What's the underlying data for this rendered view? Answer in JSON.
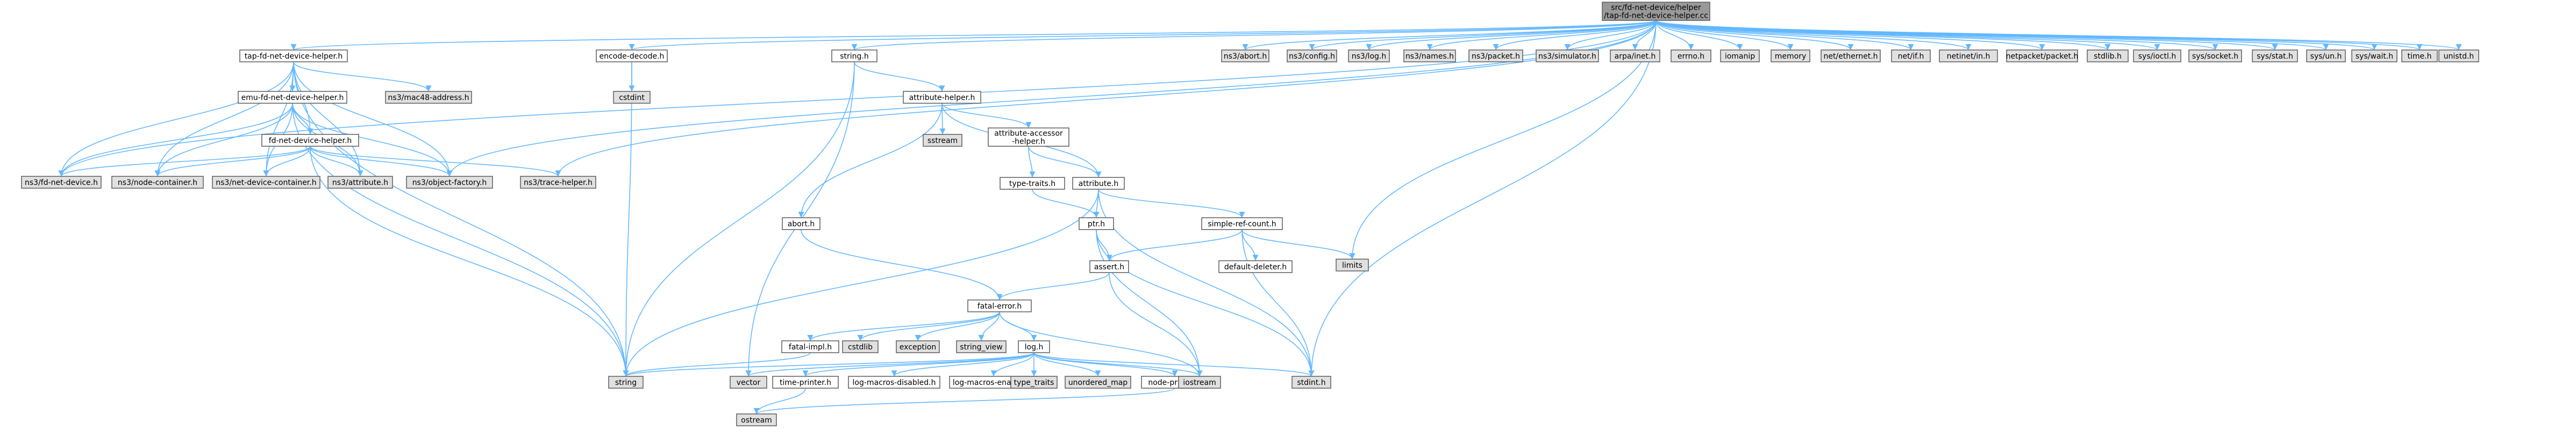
{
  "colors": {
    "root_fill": "#999999",
    "doc_fill": "#ffffff",
    "ext_fill": "#e0e0e0",
    "node_border": "#666666",
    "edge": "#63b8ff"
  },
  "nodes": {
    "root": {
      "lines": [
        "src/fd-net-device/helper",
        "/tap-fd-net-device-helper.cc"
      ],
      "kind": "root"
    },
    "tap_helper": {
      "lines": [
        "tap-fd-net-device-helper.h"
      ],
      "kind": "doc"
    },
    "emu_helper": {
      "lines": [
        "emu-fd-net-device-helper.h"
      ],
      "kind": "doc"
    },
    "fd_helper": {
      "lines": [
        "fd-net-device-helper.h"
      ],
      "kind": "doc"
    },
    "fd_net_device": {
      "lines": [
        "ns3/fd-net-device.h"
      ],
      "kind": "ext"
    },
    "node_container": {
      "lines": [
        "ns3/node-container.h"
      ],
      "kind": "ext"
    },
    "net_device_container": {
      "lines": [
        "ns3/net-device-container.h"
      ],
      "kind": "ext"
    },
    "ns3_attribute": {
      "lines": [
        "ns3/attribute.h"
      ],
      "kind": "ext"
    },
    "object_factory": {
      "lines": [
        "ns3/object-factory.h"
      ],
      "kind": "ext"
    },
    "trace_helper": {
      "lines": [
        "ns3/trace-helper.h"
      ],
      "kind": "ext"
    },
    "mac48": {
      "lines": [
        "ns3/mac48-address.h"
      ],
      "kind": "ext"
    },
    "encode_decode": {
      "lines": [
        "encode-decode.h"
      ],
      "kind": "doc"
    },
    "cstdint": {
      "lines": [
        "cstdint"
      ],
      "kind": "ext"
    },
    "string_h": {
      "lines": [
        "string.h"
      ],
      "kind": "doc"
    },
    "attribute_helper": {
      "lines": [
        "attribute-helper.h"
      ],
      "kind": "doc"
    },
    "sstream": {
      "lines": [
        "sstream"
      ],
      "kind": "ext"
    },
    "attr_accessor": {
      "lines": [
        "attribute-accessor",
        "-helper.h"
      ],
      "kind": "doc"
    },
    "type_traits_h": {
      "lines": [
        "type-traits.h"
      ],
      "kind": "doc"
    },
    "attribute_h": {
      "lines": [
        "attribute.h"
      ],
      "kind": "doc"
    },
    "abort_h": {
      "lines": [
        "abort.h"
      ],
      "kind": "doc"
    },
    "ptr_h": {
      "lines": [
        "ptr.h"
      ],
      "kind": "doc"
    },
    "simple_ref": {
      "lines": [
        "simple-ref-count.h"
      ],
      "kind": "doc"
    },
    "default_deleter": {
      "lines": [
        "default-deleter.h"
      ],
      "kind": "doc"
    },
    "limits": {
      "lines": [
        "limits"
      ],
      "kind": "ext"
    },
    "assert_h": {
      "lines": [
        "assert.h"
      ],
      "kind": "doc"
    },
    "fatal_error": {
      "lines": [
        "fatal-error.h"
      ],
      "kind": "doc"
    },
    "fatal_impl": {
      "lines": [
        "fatal-impl.h"
      ],
      "kind": "doc"
    },
    "cstdlib": {
      "lines": [
        "cstdlib"
      ],
      "kind": "ext"
    },
    "exception": {
      "lines": [
        "exception"
      ],
      "kind": "ext"
    },
    "string_view": {
      "lines": [
        "string_view"
      ],
      "kind": "ext"
    },
    "log_h": {
      "lines": [
        "log.h"
      ],
      "kind": "doc"
    },
    "string": {
      "lines": [
        "string"
      ],
      "kind": "ext"
    },
    "vector": {
      "lines": [
        "vector"
      ],
      "kind": "ext"
    },
    "time_printer": {
      "lines": [
        "time-printer.h"
      ],
      "kind": "doc"
    },
    "log_disabled": {
      "lines": [
        "log-macros-disabled.h"
      ],
      "kind": "doc"
    },
    "log_enabled": {
      "lines": [
        "log-macros-enabled.h"
      ],
      "kind": "doc"
    },
    "type_traits": {
      "lines": [
        "type_traits"
      ],
      "kind": "ext"
    },
    "unordered_map": {
      "lines": [
        "unordered_map"
      ],
      "kind": "ext"
    },
    "node_printer": {
      "lines": [
        "node-printer.h"
      ],
      "kind": "doc"
    },
    "iostream": {
      "lines": [
        "iostream"
      ],
      "kind": "ext"
    },
    "stdint_h": {
      "lines": [
        "stdint.h"
      ],
      "kind": "ext"
    },
    "ostream": {
      "lines": [
        "ostream"
      ],
      "kind": "ext"
    },
    "abort_ns3": {
      "lines": [
        "ns3/abort.h"
      ],
      "kind": "ext"
    },
    "config_ns3": {
      "lines": [
        "ns3/config.h"
      ],
      "kind": "ext"
    },
    "log_ns3": {
      "lines": [
        "ns3/log.h"
      ],
      "kind": "ext"
    },
    "names_ns3": {
      "lines": [
        "ns3/names.h"
      ],
      "kind": "ext"
    },
    "packet_ns3": {
      "lines": [
        "ns3/packet.h"
      ],
      "kind": "ext"
    },
    "simulator_ns3": {
      "lines": [
        "ns3/simulator.h"
      ],
      "kind": "ext"
    },
    "arpa_inet": {
      "lines": [
        "arpa/inet.h"
      ],
      "kind": "ext"
    },
    "errno_h": {
      "lines": [
        "errno.h"
      ],
      "kind": "ext"
    },
    "iomanip": {
      "lines": [
        "iomanip"
      ],
      "kind": "ext"
    },
    "memory": {
      "lines": [
        "memory"
      ],
      "kind": "ext"
    },
    "net_ethernet": {
      "lines": [
        "net/ethernet.h"
      ],
      "kind": "ext"
    },
    "net_if": {
      "lines": [
        "net/if.h"
      ],
      "kind": "ext"
    },
    "netinet_in": {
      "lines": [
        "netinet/in.h"
      ],
      "kind": "ext"
    },
    "netpacket": {
      "lines": [
        "netpacket/packet.h"
      ],
      "kind": "ext"
    },
    "stdlib_h": {
      "lines": [
        "stdlib.h"
      ],
      "kind": "ext"
    },
    "sys_ioctl": {
      "lines": [
        "sys/ioctl.h"
      ],
      "kind": "ext"
    },
    "sys_socket": {
      "lines": [
        "sys/socket.h"
      ],
      "kind": "ext"
    },
    "sys_stat": {
      "lines": [
        "sys/stat.h"
      ],
      "kind": "ext"
    },
    "sys_un": {
      "lines": [
        "sys/un.h"
      ],
      "kind": "ext"
    },
    "sys_wait": {
      "lines": [
        "sys/wait.h"
      ],
      "kind": "ext"
    },
    "time_h": {
      "lines": [
        "time.h"
      ],
      "kind": "ext"
    },
    "unistd": {
      "lines": [
        "unistd.h"
      ],
      "kind": "ext"
    }
  },
  "edges": [
    [
      "root",
      "tap_helper"
    ],
    [
      "root",
      "encode_decode"
    ],
    [
      "root",
      "string_h"
    ],
    [
      "root",
      "abort_ns3"
    ],
    [
      "root",
      "config_ns3"
    ],
    [
      "root",
      "log_ns3"
    ],
    [
      "root",
      "names_ns3"
    ],
    [
      "root",
      "packet_ns3"
    ],
    [
      "root",
      "simulator_ns3"
    ],
    [
      "root",
      "arpa_inet"
    ],
    [
      "root",
      "errno_h"
    ],
    [
      "root",
      "iomanip"
    ],
    [
      "root",
      "memory"
    ],
    [
      "root",
      "net_ethernet"
    ],
    [
      "root",
      "net_if"
    ],
    [
      "root",
      "netinet_in"
    ],
    [
      "root",
      "netpacket"
    ],
    [
      "root",
      "stdlib_h"
    ],
    [
      "root",
      "sys_ioctl"
    ],
    [
      "root",
      "sys_socket"
    ],
    [
      "root",
      "sys_stat"
    ],
    [
      "root",
      "sys_un"
    ],
    [
      "root",
      "sys_wait"
    ],
    [
      "root",
      "time_h"
    ],
    [
      "root",
      "unistd"
    ],
    [
      "root",
      "limits"
    ],
    [
      "root",
      "stdint_h"
    ],
    [
      "root",
      "fd_net_device"
    ],
    [
      "root",
      "object_factory"
    ],
    [
      "root",
      "trace_helper"
    ],
    [
      "tap_helper",
      "emu_helper"
    ],
    [
      "tap_helper",
      "fd_helper"
    ],
    [
      "tap_helper",
      "fd_net_device"
    ],
    [
      "tap_helper",
      "node_container"
    ],
    [
      "tap_helper",
      "net_device_container"
    ],
    [
      "tap_helper",
      "ns3_attribute"
    ],
    [
      "tap_helper",
      "object_factory"
    ],
    [
      "tap_helper",
      "mac48"
    ],
    [
      "tap_helper",
      "string"
    ],
    [
      "emu_helper",
      "fd_helper"
    ],
    [
      "emu_helper",
      "fd_net_device"
    ],
    [
      "emu_helper",
      "node_container"
    ],
    [
      "emu_helper",
      "net_device_container"
    ],
    [
      "emu_helper",
      "ns3_attribute"
    ],
    [
      "emu_helper",
      "object_factory"
    ],
    [
      "emu_helper",
      "string"
    ],
    [
      "fd_helper",
      "fd_net_device"
    ],
    [
      "fd_helper",
      "node_container"
    ],
    [
      "fd_helper",
      "net_device_container"
    ],
    [
      "fd_helper",
      "ns3_attribute"
    ],
    [
      "fd_helper",
      "object_factory"
    ],
    [
      "fd_helper",
      "trace_helper"
    ],
    [
      "fd_helper",
      "string"
    ],
    [
      "encode_decode",
      "cstdint"
    ],
    [
      "encode_decode",
      "string"
    ],
    [
      "string_h",
      "attribute_helper"
    ],
    [
      "string_h",
      "string"
    ],
    [
      "string_h",
      "vector"
    ],
    [
      "attribute_helper",
      "sstream"
    ],
    [
      "attribute_helper",
      "attr_accessor"
    ],
    [
      "attribute_helper",
      "attribute_h"
    ],
    [
      "attribute_helper",
      "abort_h"
    ],
    [
      "attr_accessor",
      "type_traits_h"
    ],
    [
      "attr_accessor",
      "attribute_h"
    ],
    [
      "type_traits_h",
      "ptr_h"
    ],
    [
      "attribute_h",
      "ptr_h"
    ],
    [
      "attribute_h",
      "simple_ref"
    ],
    [
      "attribute_h",
      "string"
    ],
    [
      "attribute_h",
      "stdint_h"
    ],
    [
      "abort_h",
      "fatal_error"
    ],
    [
      "ptr_h",
      "assert_h"
    ],
    [
      "ptr_h",
      "iostream"
    ],
    [
      "ptr_h",
      "stdint_h"
    ],
    [
      "simple_ref",
      "assert_h"
    ],
    [
      "simple_ref",
      "default_deleter"
    ],
    [
      "simple_ref",
      "limits"
    ],
    [
      "simple_ref",
      "stdint_h"
    ],
    [
      "assert_h",
      "fatal_error"
    ],
    [
      "assert_h",
      "iostream"
    ],
    [
      "fatal_error",
      "fatal_impl"
    ],
    [
      "fatal_error",
      "cstdlib"
    ],
    [
      "fatal_error",
      "exception"
    ],
    [
      "fatal_error",
      "string_view"
    ],
    [
      "fatal_error",
      "log_h"
    ],
    [
      "fatal_error",
      "iostream"
    ],
    [
      "fatal_impl",
      "string"
    ],
    [
      "log_h",
      "string"
    ],
    [
      "log_h",
      "vector"
    ],
    [
      "log_h",
      "time_printer"
    ],
    [
      "log_h",
      "log_disabled"
    ],
    [
      "log_h",
      "log_enabled"
    ],
    [
      "log_h",
      "type_traits"
    ],
    [
      "log_h",
      "unordered_map"
    ],
    [
      "log_h",
      "node_printer"
    ],
    [
      "log_h",
      "iostream"
    ],
    [
      "log_h",
      "stdint_h"
    ],
    [
      "time_printer",
      "ostream"
    ],
    [
      "node_printer",
      "ostream"
    ]
  ]
}
